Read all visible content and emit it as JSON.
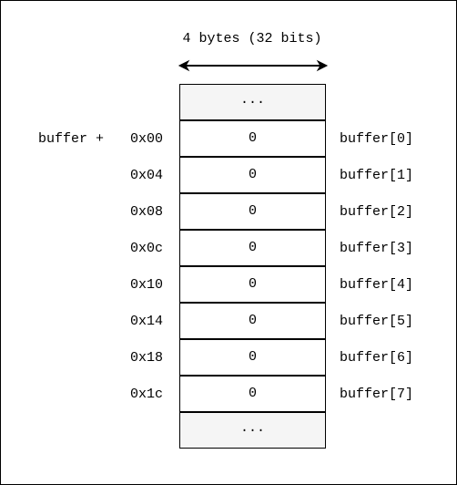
{
  "width_label": "4 bytes (32 bits)",
  "top_ellipsis": "...",
  "bottom_ellipsis": "...",
  "base_prefix": "buffer +",
  "rows": [
    {
      "offset": "0x00",
      "value": "0",
      "name": "buffer[0]"
    },
    {
      "offset": "0x04",
      "value": "0",
      "name": "buffer[1]"
    },
    {
      "offset": "0x08",
      "value": "0",
      "name": "buffer[2]"
    },
    {
      "offset": "0x0c",
      "value": "0",
      "name": "buffer[3]"
    },
    {
      "offset": "0x10",
      "value": "0",
      "name": "buffer[4]"
    },
    {
      "offset": "0x14",
      "value": "0",
      "name": "buffer[5]"
    },
    {
      "offset": "0x18",
      "value": "0",
      "name": "buffer[6]"
    },
    {
      "offset": "0x1c",
      "value": "0",
      "name": "buffer[7]"
    }
  ]
}
